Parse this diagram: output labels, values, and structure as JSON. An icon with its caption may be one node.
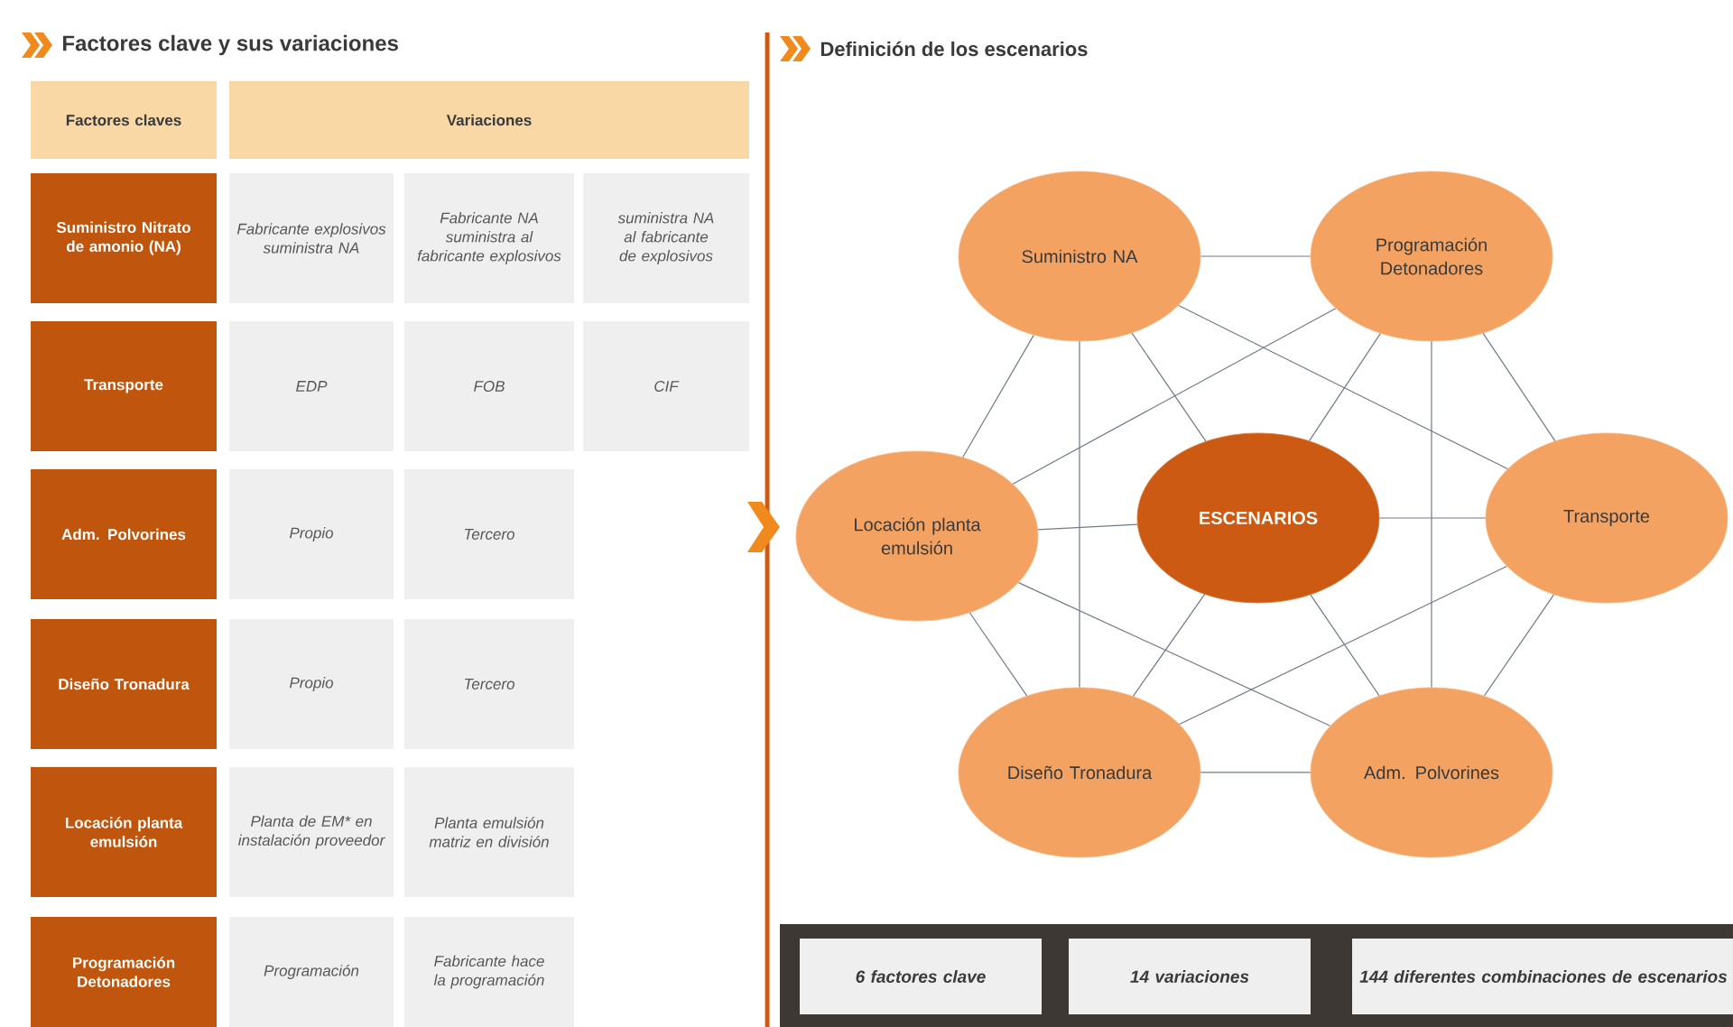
{
  "diagram": {
    "nodes": [
      {
        "text": [
          "Suministro NA"
        ]
      },
      {
        "text": [
          "Programación Detonadores"
        ]
      },
      {
        "text": [
          "Locación planta emulsión"
        ]
      },
      {
        "text": [
          "ESCENARIOS"
        ]
      },
      {
        "text": [
          "Transporte"
        ]
      },
      {
        "text": [
          "Diseño Tronadura"
        ]
      },
      {
        "text": [
          "Adm. Polvorines"
        ]
      },
      {
        "text": [
          "6 factores clave"
        ]
      },
      {
        "text": [
          "14 variaciones"
        ]
      },
      {
        "text": [
          "144 diferentes combinaciones de escenarios"
        ]
      }
    ],
    "edges": [
      {
        "from": 0,
        "to": 1,
        "arrow": "none"
      },
      {
        "from": 0,
        "to": 2,
        "arrow": "none"
      },
      {
        "from": 0,
        "to": 5,
        "arrow": "none"
      },
      {
        "from": 0,
        "to": 3,
        "arrow": "none"
      },
      {
        "from": 0,
        "to": 4,
        "arrow": "none"
      },
      {
        "from": 1,
        "to": 2,
        "arrow": "none"
      },
      {
        "from": 1,
        "to": 3,
        "arrow": "none"
      },
      {
        "from": 1,
        "to": 6,
        "arrow": "none"
      },
      {
        "from": 1,
        "to": 4,
        "arrow": "none"
      },
      {
        "from": 2,
        "to": 3,
        "arrow": "none"
      },
      {
        "from": 2,
        "to": 5,
        "arrow": "none"
      },
      {
        "from": 2,
        "to": 6,
        "arrow": "none"
      },
      {
        "from": 3,
        "to": 4,
        "arrow": "none"
      },
      {
        "from": 3,
        "to": 5,
        "arrow": "none"
      },
      {
        "from": 3,
        "to": 6,
        "arrow": "none"
      },
      {
        "from": 4,
        "to": 5,
        "arrow": "none"
      },
      {
        "from": 4,
        "to": 6,
        "arrow": "none"
      },
      {
        "from": 5,
        "to": 6,
        "arrow": "none"
      }
    ],
    "labels": [
      "Factores clave y sus variaciones",
      "Definición de los escenarios",
      "Factores claves",
      "Variaciones",
      "Suministro Nitrato de amonio (NA)",
      "Fabricante explosivos suministra NA",
      "Fabricante NA suministra al fabricante explosivos",
      "suministra NA al fabricante de explosivos",
      "Transporte",
      "EDP",
      "FOB",
      "CIF",
      "Adm. Polvorines",
      "Propio",
      "Tercero",
      "Diseño Tronadura",
      "Propio",
      "Tercero",
      "Locación planta emulsión",
      "Planta de EM* en instalación proveedor",
      "Planta emulsión matriz en división",
      "Programación Detonadores",
      "Programación",
      "Fabricante hace la programación"
    ]
  }
}
